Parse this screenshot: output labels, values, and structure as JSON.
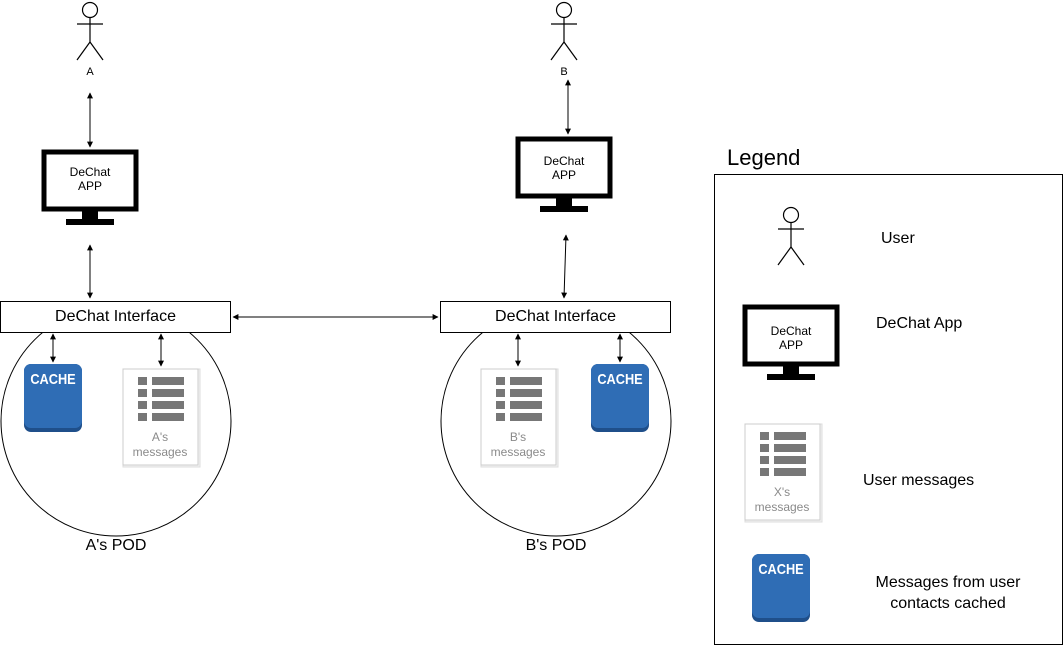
{
  "users": {
    "a_label": "A",
    "b_label": "B"
  },
  "apps": {
    "line1": "DeChat",
    "line2": "APP"
  },
  "interfaces": {
    "a_label": "DeChat Interface",
    "b_label": "DeChat Interface"
  },
  "pods": {
    "a_label": "A's POD",
    "b_label": "B's POD"
  },
  "cache_label": "CACHE",
  "messages": {
    "a_line1": "A's",
    "b_line1": "B's",
    "x_line1": "X's",
    "line2": "messages"
  },
  "legend": {
    "title": "Legend",
    "user": "User",
    "app": "DeChat App",
    "app_icon_line1": "DeChat",
    "app_icon_line2": "APP",
    "messages": "User messages",
    "cache_line1": "Messages from user",
    "cache_line2": "contacts cached"
  },
  "colors": {
    "cache_blue": "#2f6db5",
    "cache_border": "#1f4f8a",
    "doc_gray": "#777777"
  }
}
